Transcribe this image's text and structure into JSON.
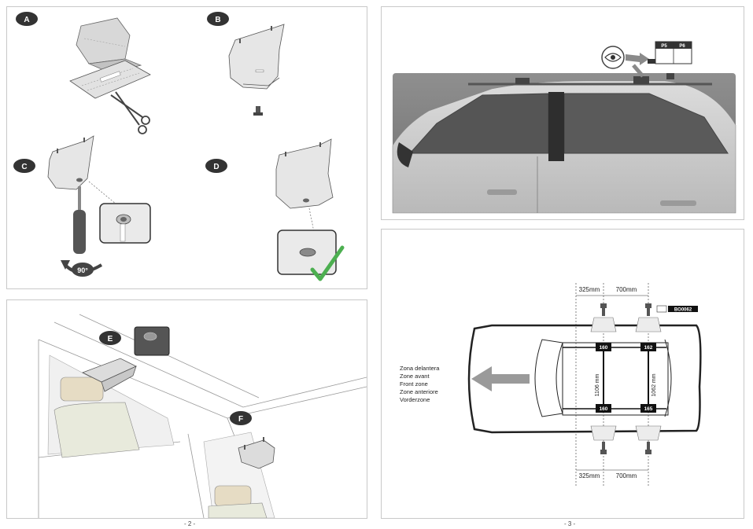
{
  "pages": {
    "left_number": "- 2 -",
    "right_number": "- 3 -"
  },
  "steps": {
    "a": "A",
    "b": "B",
    "c": "C",
    "d": "D",
    "e": "E",
    "f": "F"
  },
  "rotation_label": "90°",
  "table_header": {
    "p5": "P5",
    "p6": "P6"
  },
  "zones": [
    "Zona delantera",
    "Zone avant",
    "Front zone",
    "Zone anteriore",
    "Vorderzone"
  ],
  "dimensions": {
    "top_left": "325mm",
    "top_right": "700mm",
    "bottom_left": "325mm",
    "bottom_right": "700mm",
    "front_width": "1106 mm",
    "rear_width": "1062 mm"
  },
  "foot_codes": {
    "front_top": "160",
    "rear_top": "162",
    "front_bottom": "160",
    "rear_bottom": "165"
  },
  "part_code": "BO0062",
  "colors": {
    "badge": "#333333",
    "check": "#4caf50",
    "arrow": "#9a9a9a"
  }
}
